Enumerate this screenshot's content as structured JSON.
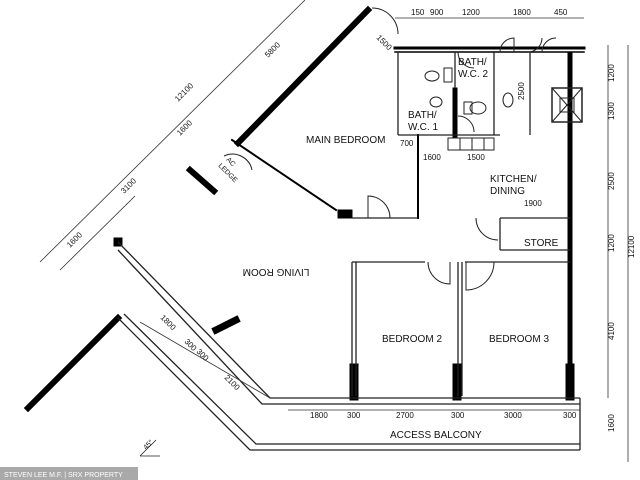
{
  "rooms": {
    "main_bedroom": "MAIN BEDROOM",
    "bath1_line1": "BATH/",
    "bath1_line2": "W.C. 1",
    "bath2_line1": "BATH/",
    "bath2_line2": "W.C. 2",
    "kitchen_line1": "KITCHEN/",
    "kitchen_line2": "DINING",
    "store": "STORE",
    "living": "LIVING ROOM",
    "bedroom2": "BEDROOM 2",
    "bedroom3": "BEDROOM 3",
    "access_balcony": "ACCESS BALCONY",
    "ac_ledge_line1": "AC",
    "ac_ledge_line2": "LEDGE"
  },
  "dimensions": {
    "top": [
      "150",
      "900",
      "1200",
      "1800",
      "450"
    ],
    "right": [
      "1200",
      "1300",
      "2500",
      "1200",
      "4100",
      "1600"
    ],
    "right_total": "12100",
    "bottom": [
      "1800",
      "300",
      "2700",
      "300",
      "3000",
      "300"
    ],
    "diag_outer_total": "12100",
    "diag_outer": [
      "5800",
      "1600",
      "3100",
      "1600"
    ],
    "diag_inner": [
      "1800",
      "300",
      "300",
      "2100"
    ],
    "inner": [
      "1500",
      "700",
      "1600",
      "1500",
      "2500",
      "1900"
    ]
  },
  "angle": "45°",
  "credit": "STEVEN LEE M.F. | SRX PROPERTY",
  "colors": {
    "wall": "#000000",
    "line": "#222222",
    "background": "#ffffff",
    "credit_bg": "#9a9a9a"
  }
}
